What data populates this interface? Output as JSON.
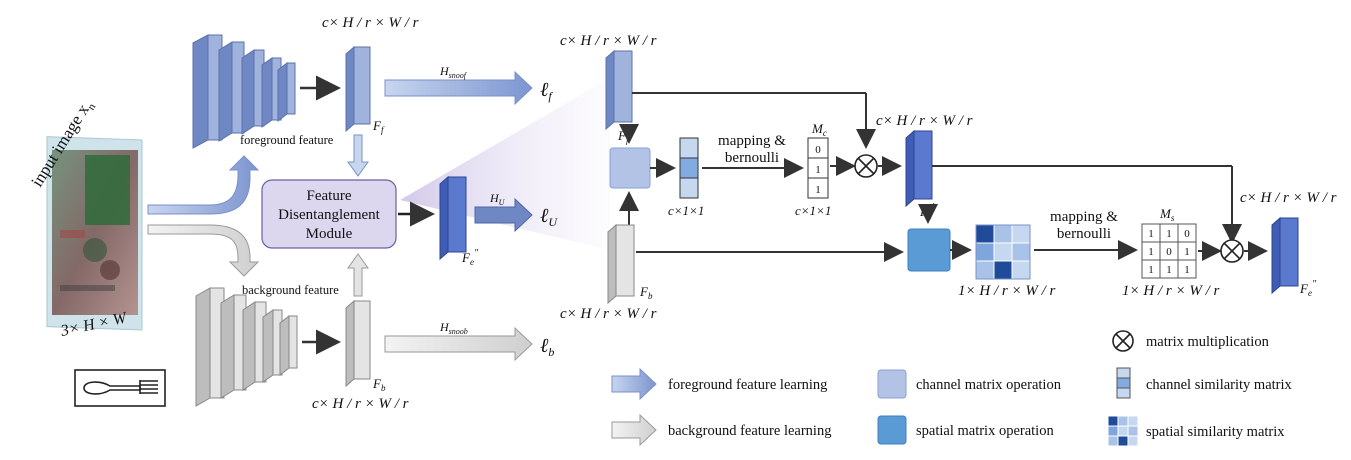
{
  "input": {
    "title": "input image x",
    "title_sub": "n",
    "size": "3× H × W"
  },
  "foreground": {
    "caption": "foreground feature",
    "map_size": "c× H / r × W / r",
    "feat_name": "F",
    "feat_sub": "f",
    "head": "H",
    "head_sub": "snoof",
    "loss": "ℓ",
    "loss_sub": "f"
  },
  "background": {
    "caption": "background feature",
    "map_size": "c× H / r × W / r",
    "feat_name": "F",
    "feat_sub": "b",
    "head": "H",
    "head_sub": "snoob",
    "loss": "ℓ",
    "loss_sub": "b"
  },
  "fdm": {
    "label_line1": "Feature",
    "label_line2": "Disentanglement",
    "label_line3": "Module",
    "out_name": "F",
    "out_sub": "e",
    "out_sup": "″",
    "head": "H",
    "head_sub": "U",
    "loss": "ℓ",
    "loss_sub": "U"
  },
  "detail": {
    "top_size": "c× H / r × W / r",
    "bottom_size": "c× H / r × W / r",
    "ff_name": "F",
    "ff_sub": "f",
    "fb_name": "F",
    "fb_sub": "b",
    "channel_size": "c×1×1",
    "mapping1_line1": "mapping &",
    "mapping1_line2": "bernoulli",
    "mc_name": "M",
    "mc_sub": "c",
    "mc_values": [
      "0",
      "1",
      "1"
    ],
    "mc_size": "c×1×1",
    "fe1_size": "c× H / r × W / r",
    "fe1_name": "F",
    "fe1_sub": "e",
    "fe1_sup": "′",
    "spatial_size": "1× H / r × W / r",
    "mapping2_line1": "mapping &",
    "mapping2_line2": "bernoulli",
    "ms_name": "M",
    "ms_sub": "s",
    "ms_values": [
      [
        "1",
        "1",
        "0"
      ],
      [
        "1",
        "0",
        "1"
      ],
      [
        "1",
        "1",
        "1"
      ]
    ],
    "ms_size": "1× H / r × W / r",
    "out_size": "c× H / r × W / r",
    "out_name": "F",
    "out_sub": "e",
    "out_sup": "″"
  },
  "legend": {
    "fg_learning": "foreground feature learning",
    "bg_learning": "background feature learning",
    "channel_op": "channel matrix operation",
    "spatial_op": "spatial matrix operation",
    "matmul": "matrix multiplication",
    "channel_sim": "channel similarity matrix",
    "spatial_sim": "spatial similarity matrix"
  },
  "colors": {
    "fg_layer": "#9fb3dc",
    "fg_layer_dark": "#6f87c3",
    "bg_layer": "#e4e4e4",
    "bg_layer_dark": "#b8b8b8",
    "fdm_fill": "#ddd6ef",
    "channel_op": "#b3c3e6",
    "spatial_op": "#5a9bd5",
    "fe_dark": "#4b6cc6"
  }
}
